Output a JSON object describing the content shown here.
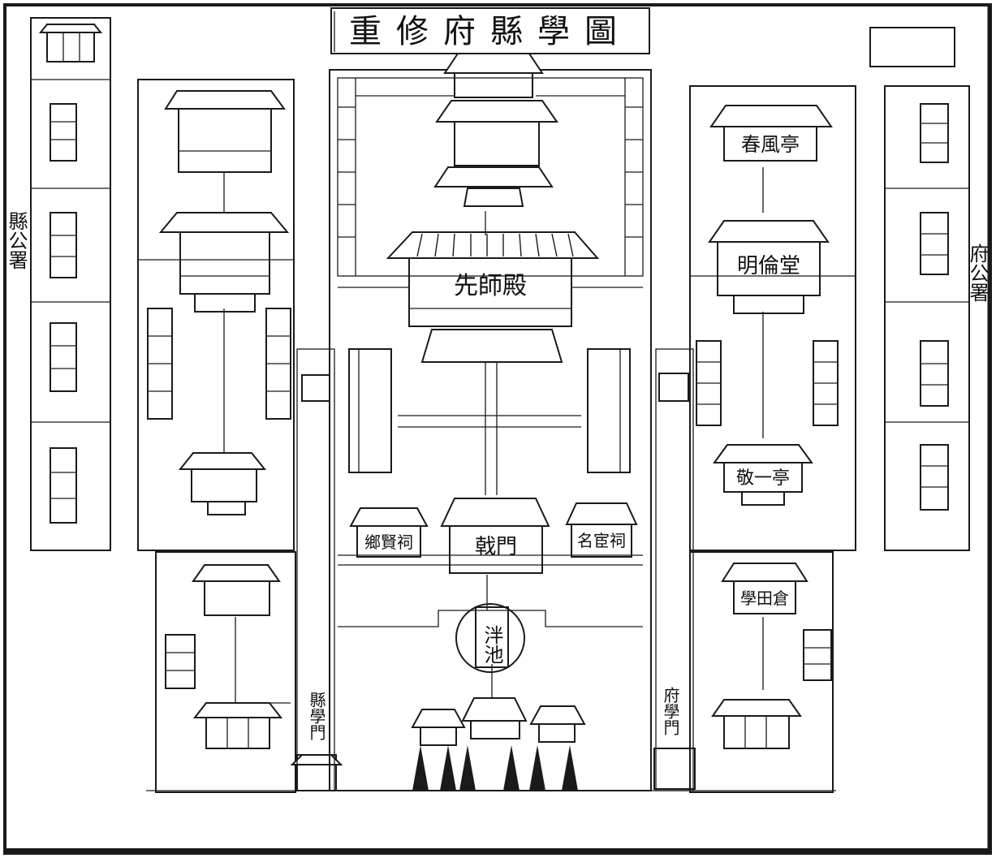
{
  "title": "重修府縣學圖",
  "labels": {
    "xianshi_dian": "先師殿",
    "mingyan_tang_right": "明倫堂",
    "chunfeng_ting": "春風亭",
    "jing_ting": "敬一亭",
    "xiangxian_ci": "鄉賢祠",
    "ji_men": "戟門",
    "minghuan_ci": "名宦祠",
    "pan_chi": "泮池",
    "xian_xue_men": "縣學門",
    "fu_xue_men": "府學門",
    "cang_right": "學田倉",
    "gong_shu_left": "縣公署",
    "gong_shu_right": "府公署"
  },
  "colors": {
    "ink": "#1a1a1a",
    "paper": "#ffffff"
  }
}
